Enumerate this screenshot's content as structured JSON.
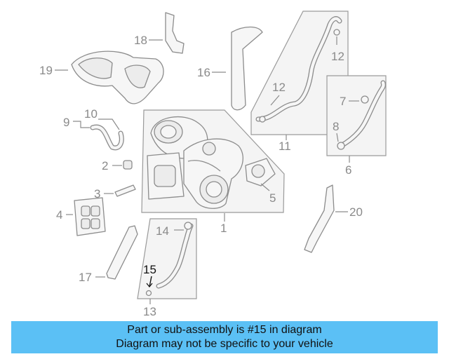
{
  "callouts": {
    "c1": "1",
    "c2": "2",
    "c3": "3",
    "c4": "4",
    "c5": "5",
    "c6": "6",
    "c7": "7",
    "c8": "8",
    "c9": "9",
    "c10": "10",
    "c11": "11",
    "c12a": "12",
    "c12b": "12",
    "c13": "13",
    "c14": "14",
    "c15": "15",
    "c16": "16",
    "c17": "17",
    "c18": "18",
    "c19": "19",
    "c20": "20"
  },
  "highlighted_part": "15",
  "banner": {
    "line1": "Part or sub-assembly is #15 in diagram",
    "line2": "Diagram may not be specific to your vehicle",
    "color": "#5bc0f5"
  }
}
